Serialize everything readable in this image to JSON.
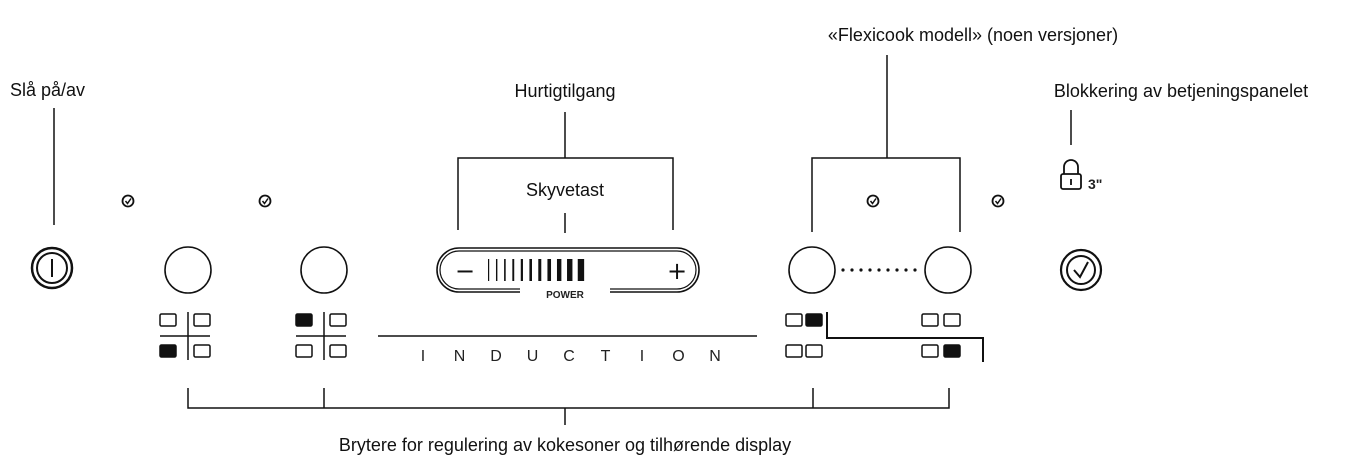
{
  "labels": {
    "power": "Slå på/av",
    "quick": "Hurtigtilgang",
    "slider": "Skyvetast",
    "flexi": "«Flexicook modell» (noen versjoner)",
    "lock": "Blokkering av betjeningspanelet",
    "zones": "Brytere for regulering av kokesoner og tilhørende display"
  },
  "panel": {
    "slider_minus": "−",
    "slider_plus": "+",
    "slider_caption": "POWER",
    "induction_letters": [
      "I",
      "N",
      "D",
      "U",
      "C",
      "T",
      "I",
      "O",
      "N"
    ],
    "lock_time": "3\""
  },
  "icons": {
    "power": "power-icon",
    "timer": "timer-icon",
    "lock": "padlock-icon",
    "zone_indicator": "zone-indicator-icon"
  }
}
